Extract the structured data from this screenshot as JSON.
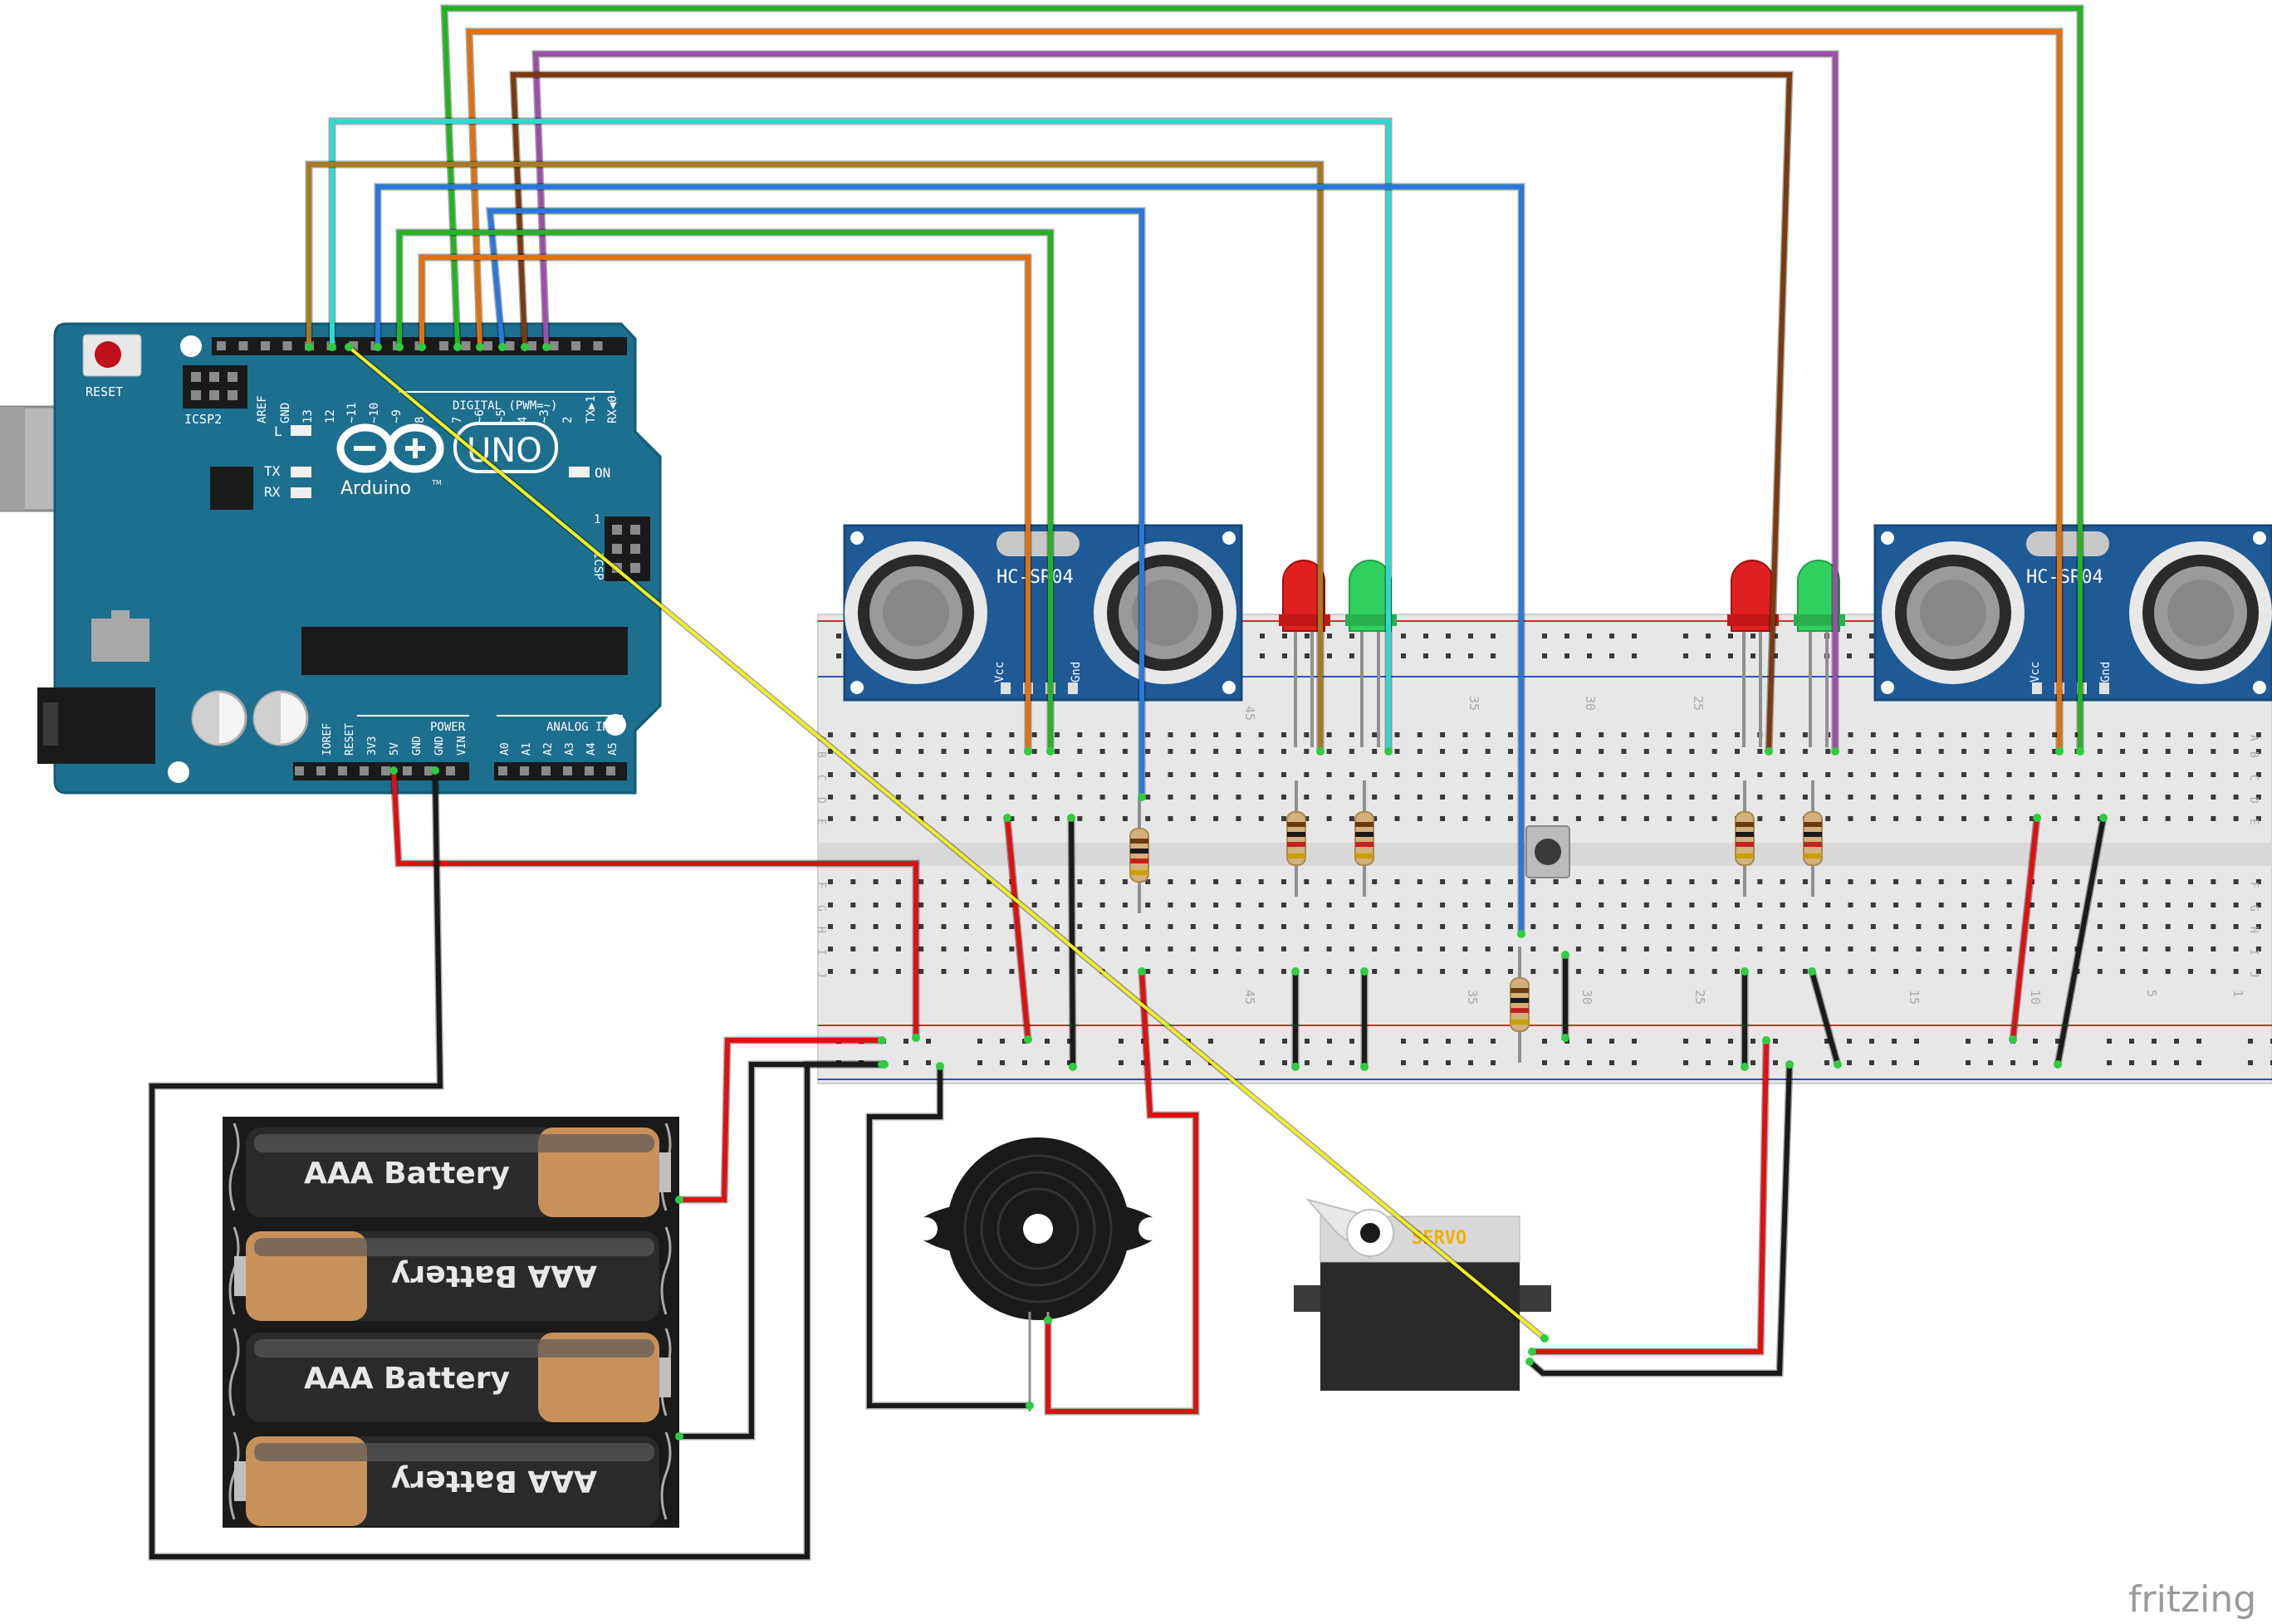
{
  "arduino": {
    "reset_label": "RESET",
    "icsp2_label": "ICSP2",
    "icsp_label": "ICSP",
    "logo_text": "UNO",
    "brand": "Arduino",
    "tm": "TM",
    "digital_label": "DIGITAL (PWM=~)",
    "power_label": "POWER",
    "analog_label": "ANALOG IN",
    "led_l": "L",
    "led_tx": "TX",
    "led_rx": "RX",
    "led_on": "ON",
    "icsp_one": "1",
    "digital_pins": [
      "AREF",
      "GND",
      "13",
      "12",
      "~11",
      "~10",
      "~9",
      "8",
      "7",
      "~6",
      "~5",
      "4",
      "~3",
      "2",
      "TX▶1",
      "RX◀0"
    ],
    "power_pins": [
      "IOREF",
      "RESET",
      "3V3",
      "5V",
      "GND",
      "GND",
      "VIN"
    ],
    "analog_pins": [
      "A0",
      "A1",
      "A2",
      "A3",
      "A4",
      "A5"
    ]
  },
  "sensors": [
    {
      "model": "HC-SR04",
      "pin_vcc": "Vcc",
      "pin_gnd": "Gnd"
    },
    {
      "model": "HC-SR04",
      "pin_vcc": "Vcc",
      "pin_gnd": "Gnd"
    }
  ],
  "breadboard": {
    "column_numbers": [
      "45",
      "35",
      "30",
      "25",
      "15",
      "10",
      "5",
      "1"
    ],
    "row_letters_top": [
      "A",
      "B",
      "C",
      "D",
      "E"
    ],
    "row_letters_bottom": [
      "F",
      "G",
      "H",
      "I",
      "J"
    ]
  },
  "batteries": [
    {
      "label": "AAA Battery",
      "flipped": false
    },
    {
      "label": "AAA Battery",
      "flipped": true
    },
    {
      "label": "AAA Battery",
      "flipped": false
    },
    {
      "label": "AAA Battery",
      "flipped": true
    }
  ],
  "servo": {
    "label": "SERVO"
  },
  "watermark": "fritzing",
  "colors": {
    "arduino_board": "#1d6f8e",
    "breadboard": "#e5e5e5",
    "sensor_board": "#1e5a96",
    "wire_green": "#22b422",
    "wire_orange": "#e07010",
    "wire_purple": "#9b4fa8",
    "wire_brown": "#7a3a10",
    "wire_cyan": "#30d8d0",
    "wire_olive": "#a87a20",
    "wire_blue": "#2a78d8",
    "wire_red": "#e01010",
    "wire_black": "#1a1a1a",
    "wire_yellow": "#f0f020",
    "led_red": "#e02020",
    "led_green": "#30d060",
    "servo_label": "#f0b000"
  }
}
